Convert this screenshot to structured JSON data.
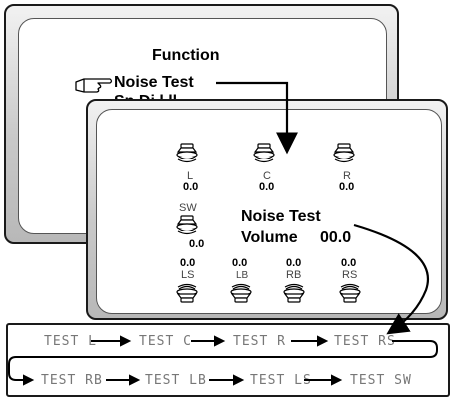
{
  "function_menu": {
    "title": "Function",
    "selected_item": "Noise Test",
    "cut_item": "Sp       Di   l    ll"
  },
  "speakers_top": [
    {
      "label": "L",
      "value": "0.0"
    },
    {
      "label": "C",
      "value": "0.0"
    },
    {
      "label": "R",
      "value": "0.0"
    }
  ],
  "subwoofer": {
    "label": "SW",
    "value": "0.0"
  },
  "speakers_bottom": [
    {
      "label": "LS",
      "value": "0.0"
    },
    {
      "label": "LB",
      "value": "0.0"
    },
    {
      "label": "RB",
      "value": "0.0"
    },
    {
      "label": "RS",
      "value": "0.0"
    }
  ],
  "noise_test": {
    "title": "Noise Test",
    "volume_label": "Volume",
    "volume_value": "00.0"
  },
  "sequence": {
    "row1": [
      "TEST L",
      "TEST C",
      "TEST R",
      "TEST RS"
    ],
    "row2": [
      "TEST RB",
      "TEST LB",
      "TEST LS",
      "TEST SW"
    ]
  },
  "icons": {
    "pointer": "pointing-hand-icon",
    "speaker": "speaker-icon",
    "arrow": "arrow-right-icon"
  }
}
